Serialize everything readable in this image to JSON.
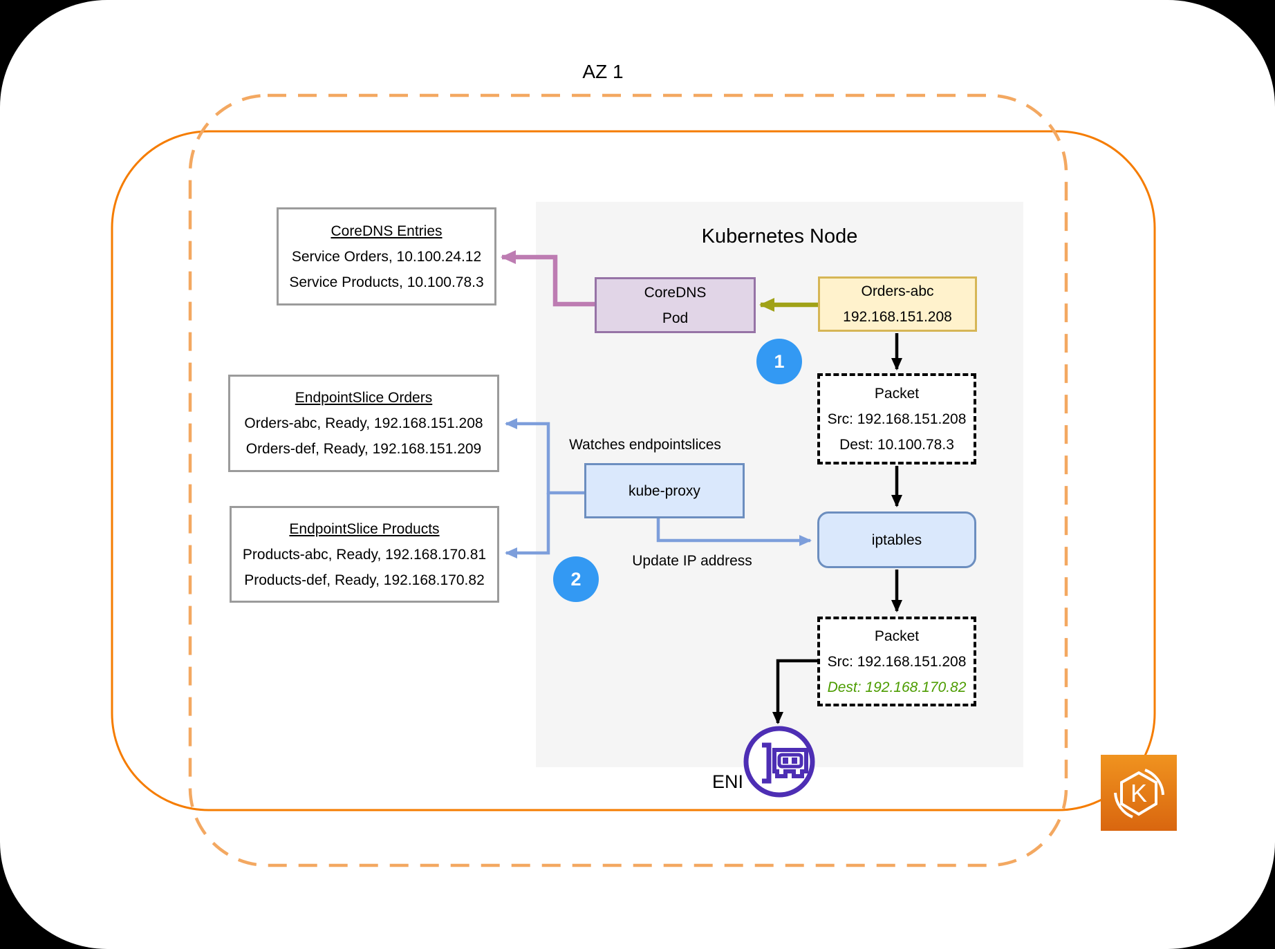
{
  "page": {
    "az_label": "AZ 1"
  },
  "node": {
    "title": "Kubernetes Node"
  },
  "boxes": {
    "coredns_entries": {
      "title": "CoreDNS Entries",
      "rows": [
        "Service Orders, 10.100.24.12",
        "Service Products, 10.100.78.3"
      ]
    },
    "endpointslice_orders": {
      "title": "EndpointSlice Orders",
      "rows": [
        "Orders-abc, Ready, 192.168.151.208",
        "Orders-def, Ready, 192.168.151.209"
      ]
    },
    "endpointslice_products": {
      "title": "EndpointSlice Products",
      "rows": [
        "Products-abc, Ready, 192.168.170.81",
        "Products-def, Ready, 192.168.170.82"
      ]
    },
    "coredns_pod": {
      "line1": "CoreDNS",
      "line2": "Pod"
    },
    "orders_pod": {
      "line1": "Orders-abc",
      "line2": "192.168.151.208"
    },
    "packet_before": {
      "title": "Packet",
      "src": "Src: 192.168.151.208",
      "dest": "Dest: 10.100.78.3"
    },
    "packet_after": {
      "title": "Packet",
      "src": "Src: 192.168.151.208",
      "dest": "Dest: 192.168.170.82"
    },
    "iptables": {
      "label": "iptables"
    },
    "kube_proxy": {
      "label": "kube-proxy"
    }
  },
  "annotations": {
    "watches": "Watches endpointslices",
    "update_ip": "Update IP address",
    "step1": "1",
    "step2": "2",
    "eni_label": "ENI",
    "eks_letter": "K"
  },
  "colors": {
    "vpc_solid_orange": "#F57C00",
    "az_dashed_orange": "#F3A861",
    "purple_arrow": "#BD7CB2",
    "olive_arrow": "#A0A217",
    "blue_arrow": "#7D9EDB",
    "step_badge_blue": "#3399F3",
    "green_dest_text": "#4C9C00",
    "eni_purple": "#4D2EB4",
    "node_bg_gray": "#F5F5F5"
  }
}
